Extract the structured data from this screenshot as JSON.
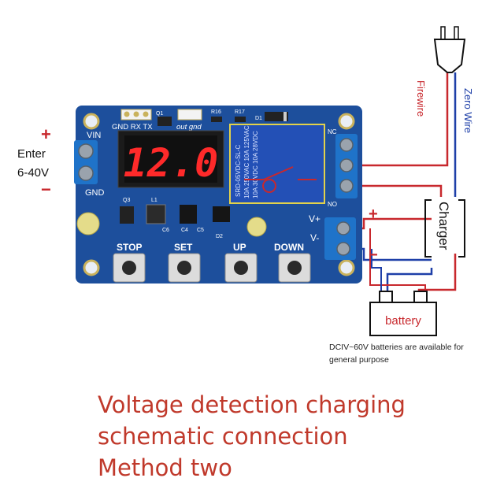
{
  "diagram": {
    "enter_label": "Enter",
    "voltage_range": "6-40V",
    "plus_sign": "+",
    "minus_sign": "−",
    "board": {
      "vin": "VIN",
      "gnd": "GND",
      "header_pins": "GND RX TX",
      "q1": "Q1",
      "out_gnd": "out gnd",
      "r16": "R16",
      "r17": "R17",
      "d1": "D1",
      "nc": "NC",
      "no": "NO",
      "q3": "Q3",
      "l1": "L1",
      "c6": "C6",
      "c4": "C4",
      "c5": "C5",
      "d2": "D2",
      "v_plus": "V+",
      "v_minus": "V-",
      "display_value": "12.0",
      "relay_text": [
        "SRD-05VDC-SL-C",
        "10A 250VAC  10A 125VAC",
        "10A 30VDC  10A 28VDC"
      ],
      "button_labels": [
        "STOP",
        "SET",
        "UP",
        "DOWN"
      ]
    },
    "firewire_label": "Firewire",
    "zero_wire_label": "Zero Wire",
    "charger_label": "Charger",
    "charger_plus": "+",
    "charger_minus": "−",
    "battery_label": "battery",
    "battery_note": "DCIV~60V batteries are available for general purpose",
    "colors": {
      "board": "#1d4f9c",
      "wire_red": "#c8282d",
      "wire_blue": "#1e3fa8",
      "display_red": "#ff2a2a",
      "caption": "#c0392b"
    }
  },
  "caption": {
    "line1": "Voltage detection charging",
    "line2": "schematic connection",
    "line3": "Method two"
  }
}
